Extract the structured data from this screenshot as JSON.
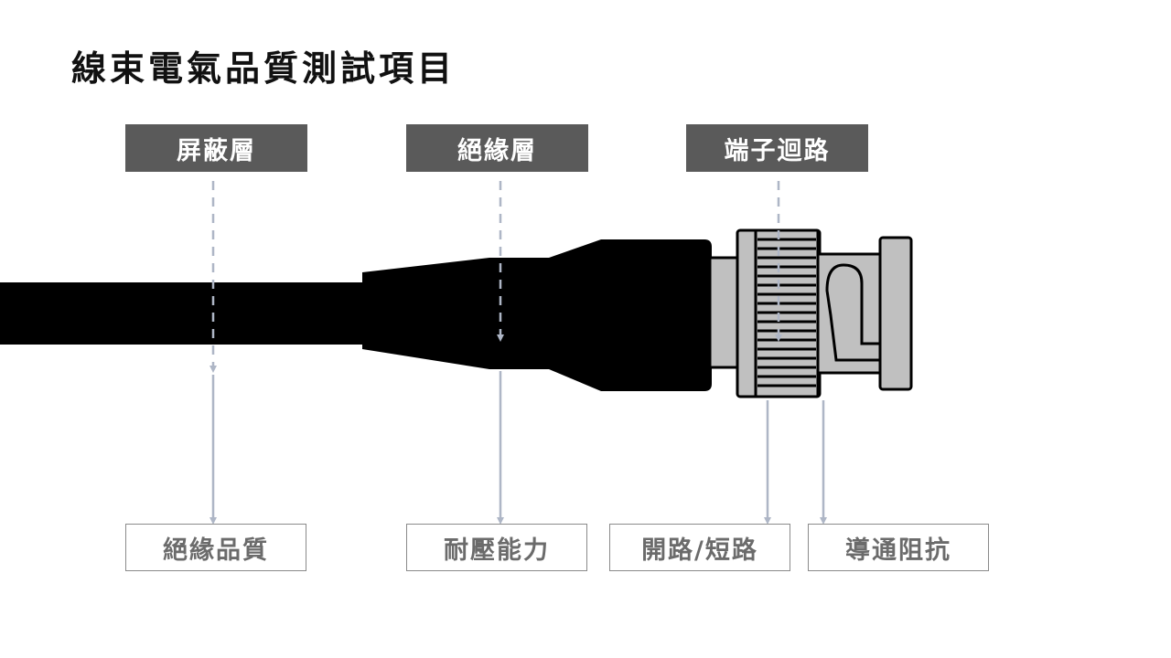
{
  "title": "線束電氣品質測試項目",
  "top_labels": {
    "shield": "屏蔽層",
    "insulation": "絕緣層",
    "terminal": "端子迴路"
  },
  "bottom_labels": {
    "insulation_quality": "絕緣品質",
    "withstand_voltage": "耐壓能力",
    "open_short": "開路/短路",
    "conduction_resistance": "導通阻抗"
  },
  "colors": {
    "cable": "#000000",
    "connector_metal": "#c0c0c0",
    "arrow": "#aeb6c6",
    "top_label_bg": "#5a5a5a",
    "bottom_label_border": "#8a8a8a"
  }
}
